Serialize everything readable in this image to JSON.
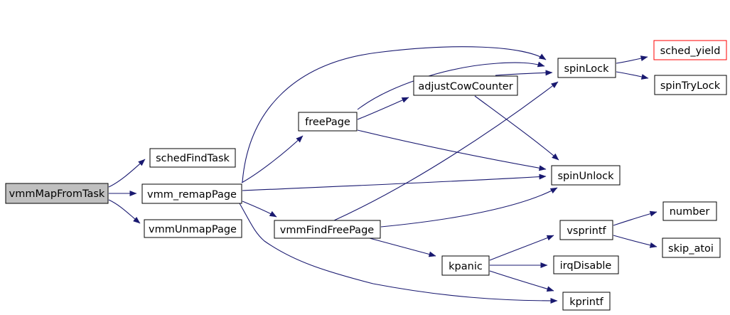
{
  "diagram": {
    "type": "call-graph",
    "root_function": "vmmMapFromTask",
    "colors": {
      "background": "#ffffff",
      "edge": "#191970",
      "node_border": "#000000",
      "node_fill": "#ffffff",
      "root_node_fill": "#c0c0c0",
      "highlight_border": "#ff0000",
      "label_text": "#000000"
    },
    "nodes": [
      {
        "id": "vmmMapFromTask",
        "label": "vmmMapFromTask",
        "style": "root"
      },
      {
        "id": "schedFindTask",
        "label": "schedFindTask",
        "style": "normal"
      },
      {
        "id": "vmm_remapPage",
        "label": "vmm_remapPage",
        "style": "normal"
      },
      {
        "id": "vmmUnmapPage",
        "label": "vmmUnmapPage",
        "style": "normal"
      },
      {
        "id": "freePage",
        "label": "freePage",
        "style": "normal"
      },
      {
        "id": "adjustCowCounter",
        "label": "adjustCowCounter",
        "style": "normal"
      },
      {
        "id": "spinLock",
        "label": "spinLock",
        "style": "normal"
      },
      {
        "id": "sched_yield",
        "label": "sched_yield",
        "style": "highlight"
      },
      {
        "id": "spinTryLock",
        "label": "spinTryLock",
        "style": "normal"
      },
      {
        "id": "spinUnlock",
        "label": "spinUnlock",
        "style": "normal"
      },
      {
        "id": "vmmFindFreePage",
        "label": "vmmFindFreePage",
        "style": "normal"
      },
      {
        "id": "vsprintf",
        "label": "vsprintf",
        "style": "normal"
      },
      {
        "id": "number",
        "label": "number",
        "style": "normal"
      },
      {
        "id": "skip_atoi",
        "label": "skip_atoi",
        "style": "normal"
      },
      {
        "id": "kpanic",
        "label": "kpanic",
        "style": "normal"
      },
      {
        "id": "irqDisable",
        "label": "irqDisable",
        "style": "normal"
      },
      {
        "id": "kprintf",
        "label": "kprintf",
        "style": "normal"
      }
    ],
    "edges": [
      {
        "from": "vmmMapFromTask",
        "to": "schedFindTask"
      },
      {
        "from": "vmmMapFromTask",
        "to": "vmm_remapPage"
      },
      {
        "from": "vmmMapFromTask",
        "to": "vmmUnmapPage"
      },
      {
        "from": "vmm_remapPage",
        "to": "freePage"
      },
      {
        "from": "vmm_remapPage",
        "to": "spinLock"
      },
      {
        "from": "vmm_remapPage",
        "to": "spinUnlock"
      },
      {
        "from": "vmm_remapPage",
        "to": "vmmFindFreePage"
      },
      {
        "from": "vmm_remapPage",
        "to": "kprintf"
      },
      {
        "from": "freePage",
        "to": "adjustCowCounter"
      },
      {
        "from": "freePage",
        "to": "spinLock"
      },
      {
        "from": "freePage",
        "to": "spinUnlock"
      },
      {
        "from": "adjustCowCounter",
        "to": "spinLock"
      },
      {
        "from": "adjustCowCounter",
        "to": "spinUnlock"
      },
      {
        "from": "vmmFindFreePage",
        "to": "spinLock"
      },
      {
        "from": "vmmFindFreePage",
        "to": "spinUnlock"
      },
      {
        "from": "vmmFindFreePage",
        "to": "kpanic"
      },
      {
        "from": "spinLock",
        "to": "sched_yield"
      },
      {
        "from": "spinLock",
        "to": "spinTryLock"
      },
      {
        "from": "kpanic",
        "to": "vsprintf"
      },
      {
        "from": "kpanic",
        "to": "irqDisable"
      },
      {
        "from": "kpanic",
        "to": "kprintf"
      },
      {
        "from": "vsprintf",
        "to": "number"
      },
      {
        "from": "vsprintf",
        "to": "skip_atoi"
      }
    ]
  }
}
